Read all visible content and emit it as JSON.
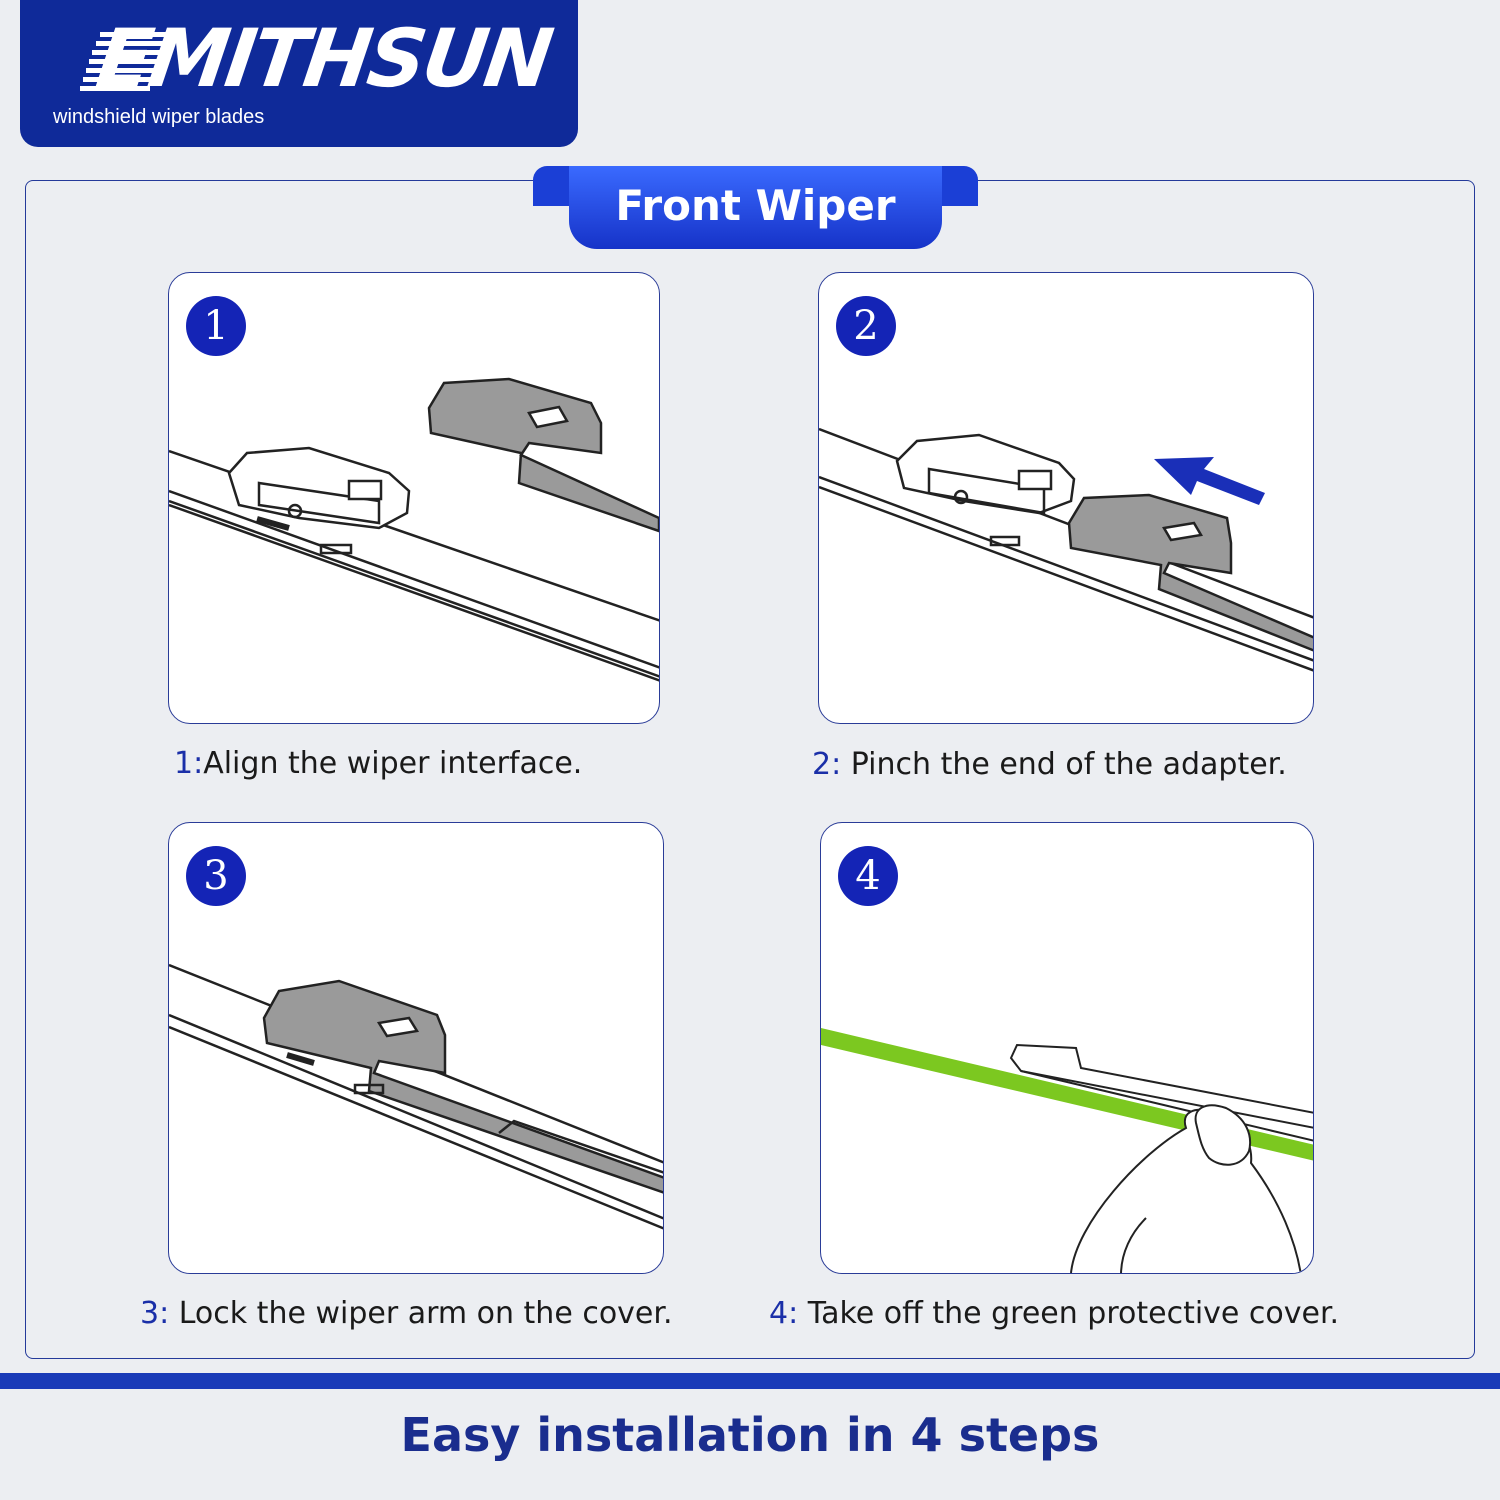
{
  "brand": {
    "name": "EMITHSUN",
    "tagline": "windshield wiper blades",
    "color": "#0f2a99"
  },
  "section_title": "Front Wiper",
  "steps": [
    {
      "number": "1",
      "label": "1:",
      "text": "Align the wiper interface."
    },
    {
      "number": "2",
      "label": "2:",
      "text": " Pinch the end of the adapter."
    },
    {
      "number": "3",
      "label": "3:",
      "text": " Lock the wiper arm on the cover."
    },
    {
      "number": "4",
      "label": "4:",
      "text": " Take off the green protective cover."
    }
  ],
  "footer_title": "Easy installation in 4 steps",
  "colors": {
    "accent": "#1424b6",
    "protective_cover": "#7cc820",
    "frame": "#243a9a"
  }
}
